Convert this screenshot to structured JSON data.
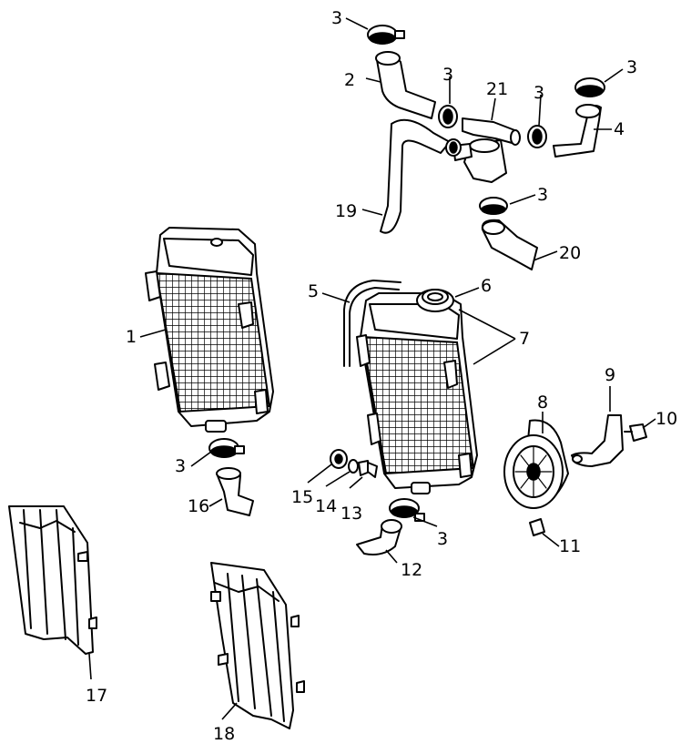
{
  "labels": {
    "p1": "1",
    "p2": "2",
    "p3a": "3",
    "p3b": "3",
    "p3c": "3",
    "p3d": "3",
    "p3e": "3",
    "p3f": "3",
    "p3g": "3",
    "p4": "4",
    "p5": "5",
    "p6": "6",
    "p7": "7",
    "p8": "8",
    "p9": "9",
    "p10": "10",
    "p11": "11",
    "p12": "12",
    "p13": "13",
    "p14": "14",
    "p15": "15",
    "p16": "16",
    "p17": "17",
    "p18": "18",
    "p19": "19",
    "p20": "20",
    "p21": "21"
  }
}
